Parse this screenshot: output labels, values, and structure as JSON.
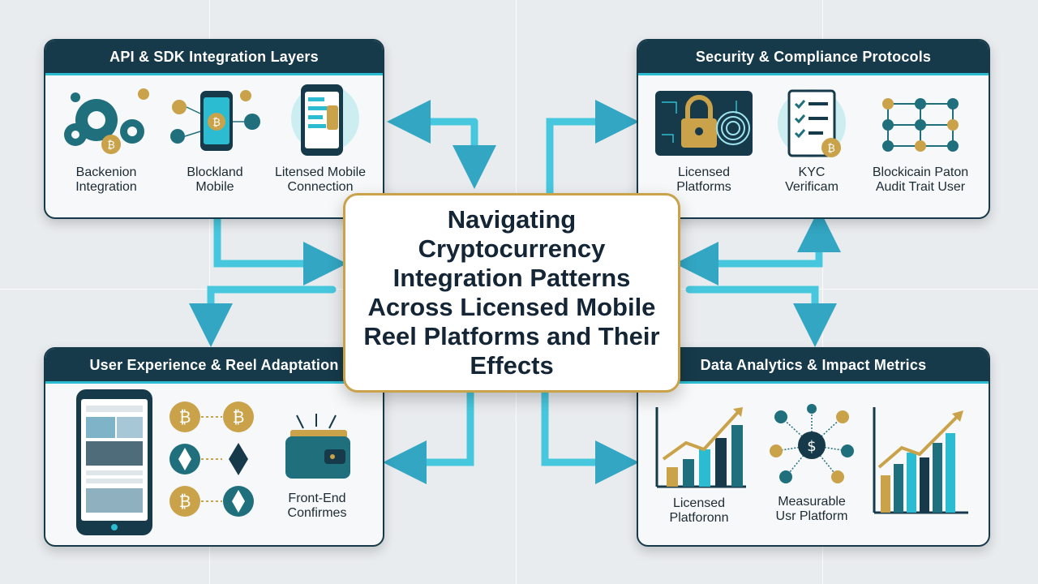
{
  "title": "Navigating Cryptocurrency Integration Patterns Across Licensed Mobile Reel Platforms and Their Effects",
  "panels": {
    "api": {
      "header": "API & SDK Integration Layers",
      "items": [
        {
          "label": "Backenion\nIntegration",
          "icon": "gears-icon"
        },
        {
          "label": "Blockland\nMobile",
          "icon": "mobile-network-icon"
        },
        {
          "label": "Litensed Mobile\nConnection",
          "icon": "mobile-app-icon"
        }
      ]
    },
    "security": {
      "header": "Security & Compliance Protocols",
      "items": [
        {
          "label": "Licensed\nPlatforms",
          "icon": "padlock-fingerprint-icon"
        },
        {
          "label": "KYC\nVerificam",
          "icon": "checklist-icon"
        },
        {
          "label": "Blockicain Paton\nAudit Trait User",
          "icon": "node-network-icon"
        }
      ]
    },
    "ux": {
      "header": "User Experience & Reel Adaptation",
      "coins": [
        "bitcoin",
        "bitcoin",
        "ethereum",
        "ethereum",
        "bitcoin",
        "ethereum"
      ],
      "front_end_label": "Front-End\nConfirmes"
    },
    "analytics": {
      "header": "Data Analytics & Impact Metrics",
      "items": [
        {
          "label": "Licensed\nPlatforonn",
          "icon": "bar-chart-icon"
        },
        {
          "label": "Measurable\nUsr Platform",
          "icon": "coin-network-icon"
        },
        {
          "label": "",
          "icon": "growth-chart-icon"
        }
      ]
    }
  },
  "colors": {
    "navy": "#163a4a",
    "teal": "#2bbcd1",
    "gold": "#c9a24a",
    "dark_teal": "#1f6f7d"
  }
}
